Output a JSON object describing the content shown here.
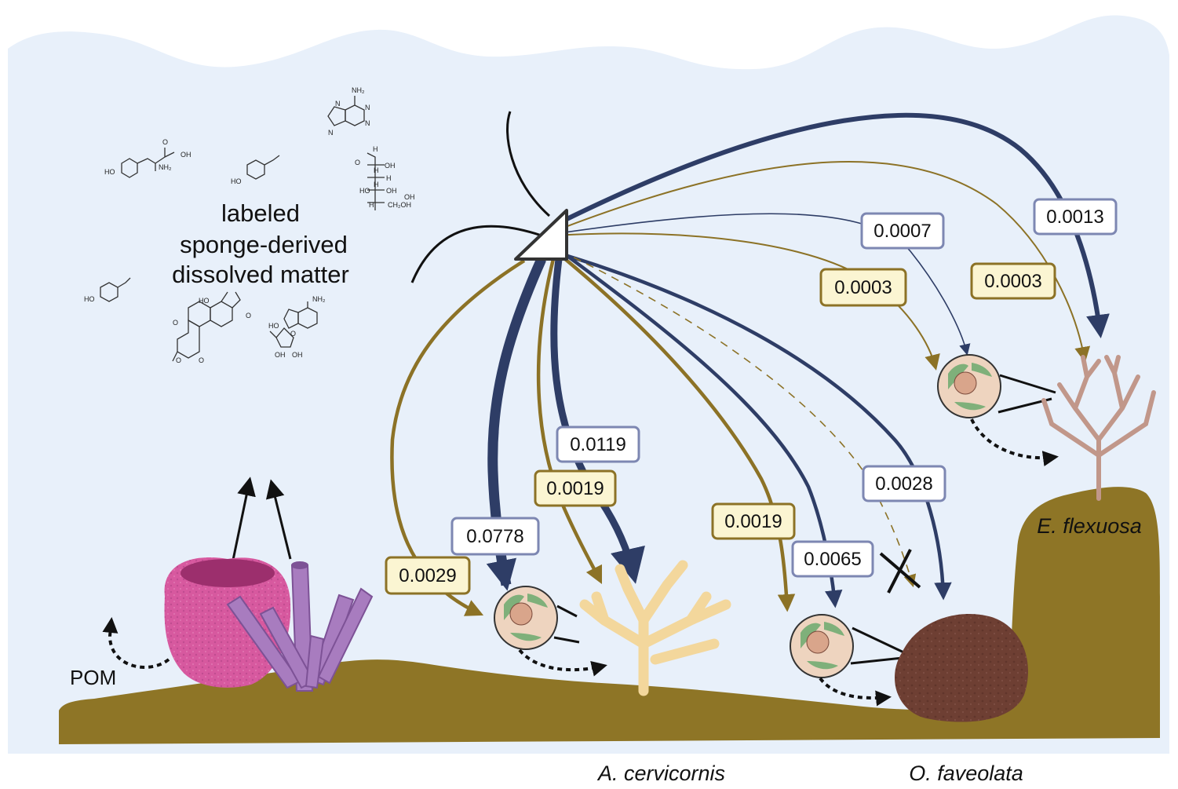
{
  "labels": {
    "dissolved_matter": [
      "labeled",
      "sponge-derived",
      "dissolved matter"
    ],
    "pom": "POM",
    "species": {
      "e_flexuosa": "E. flexuosa",
      "a_cervicornis": "A. cervicornis",
      "o_faveolata": "O. faveolata"
    }
  },
  "colors": {
    "water": "#e8f0fa",
    "seafloor": "#8e7526",
    "carbon_arrow": "#2e3d66",
    "nitrogen_arrow": "#8c7226",
    "label_box_carbon": "#ffffff",
    "label_box_nitrogen": "#fbf5d2",
    "sponge_pink": "#d7599f",
    "sponge_purple": "#a87cbf",
    "coral_yellow": "#f3d79c",
    "coral_brown": "#6e3f33",
    "gorgonian": "#c1978a"
  },
  "fluxes": [
    {
      "id": "a-cerv-polyp-nitrogen",
      "value": "0.0029"
    },
    {
      "id": "a-cerv-polyp-carbon",
      "value": "0.0778"
    },
    {
      "id": "a-cerv-coral-nitrogen",
      "value": "0.0019"
    },
    {
      "id": "a-cerv-coral-carbon",
      "value": "0.0119"
    },
    {
      "id": "o-fav-polyp-nitrogen",
      "value": "0.0019"
    },
    {
      "id": "o-fav-polyp-carbon",
      "value": "0.0065"
    },
    {
      "id": "o-fav-coral-carbon",
      "value": "0.0028"
    },
    {
      "id": "e-flex-polyp-nitrogen",
      "value": "0.0003"
    },
    {
      "id": "e-flex-polyp-carbon",
      "value": "0.0007"
    },
    {
      "id": "e-flex-coral-nitrogen",
      "value": "0.0003"
    },
    {
      "id": "e-flex-coral-carbon",
      "value": "0.0013"
    }
  ],
  "chemical_structure_labels": {
    "tyrosine": [
      "HO",
      "NH₂",
      "OH",
      "O"
    ],
    "adenine": [
      "NH₂",
      "N",
      "N",
      "N",
      "N"
    ],
    "sugar": [
      "H",
      "O",
      "H",
      "OH",
      "HO",
      "H",
      "H",
      "OH",
      "H",
      "OH",
      "CH₂OH"
    ],
    "ethylphenol": [
      "HO"
    ],
    "methylphenol": [
      "HO"
    ],
    "quinone": [
      "HO",
      "O",
      "O",
      "O",
      "O"
    ],
    "adenosine": [
      "NH₂",
      "HO",
      "O",
      "OH",
      "OH"
    ]
  }
}
